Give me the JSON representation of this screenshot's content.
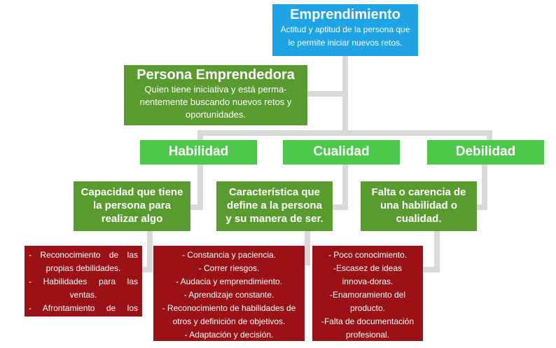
{
  "root": {
    "title": "Emprendimiento",
    "description_lines": [
      "Actitud y aptitud de la persona que",
      "le permite iniciar nuevos retos."
    ]
  },
  "persona": {
    "title": "Persona Emprendedora",
    "description_lines": [
      "Quien tiene iniciativa y está perma-",
      "nentemente buscando nuevos retos y",
      "oportunidades."
    ]
  },
  "categories": [
    {
      "label": "Habilidad",
      "definition_lines": [
        "Capacidad que tiene",
        "la persona para",
        "realizar algo"
      ],
      "items": [
        "- Reconocimiento de las propias debilidades.",
        "- Habilidades para las ventas.",
        "- Afrontamiento de los problemas."
      ]
    },
    {
      "label": "Cualidad",
      "definition_lines": [
        "Característica que",
        "define a la persona",
        "y su manera de ser."
      ],
      "items": [
        "- Constancia y paciencia.",
        "- Correr riesgos.",
        "- Audacia y emprendimiento.",
        "- Aprendizaje constante.",
        "- Reconocimiento de habilidades de otros y definición de objetivos.",
        "- Adaptación y decisión."
      ]
    },
    {
      "label": "Debilidad",
      "definition_lines": [
        "Falta o carencia de",
        "una habilidad o",
        "cualidad."
      ],
      "items": [
        "- Poco conocimiento.",
        "-Escasez de ideas innova-doras.",
        "-Enamoramiento del producto.",
        "-Falta de documentación profesional."
      ]
    }
  ],
  "colors": {
    "root": "#1ea3e4",
    "persona": "#5a9b30",
    "category": "#4cc84a",
    "definition": "#5a9b30",
    "list": "#9b1216",
    "connector": "#d9d9d9"
  }
}
